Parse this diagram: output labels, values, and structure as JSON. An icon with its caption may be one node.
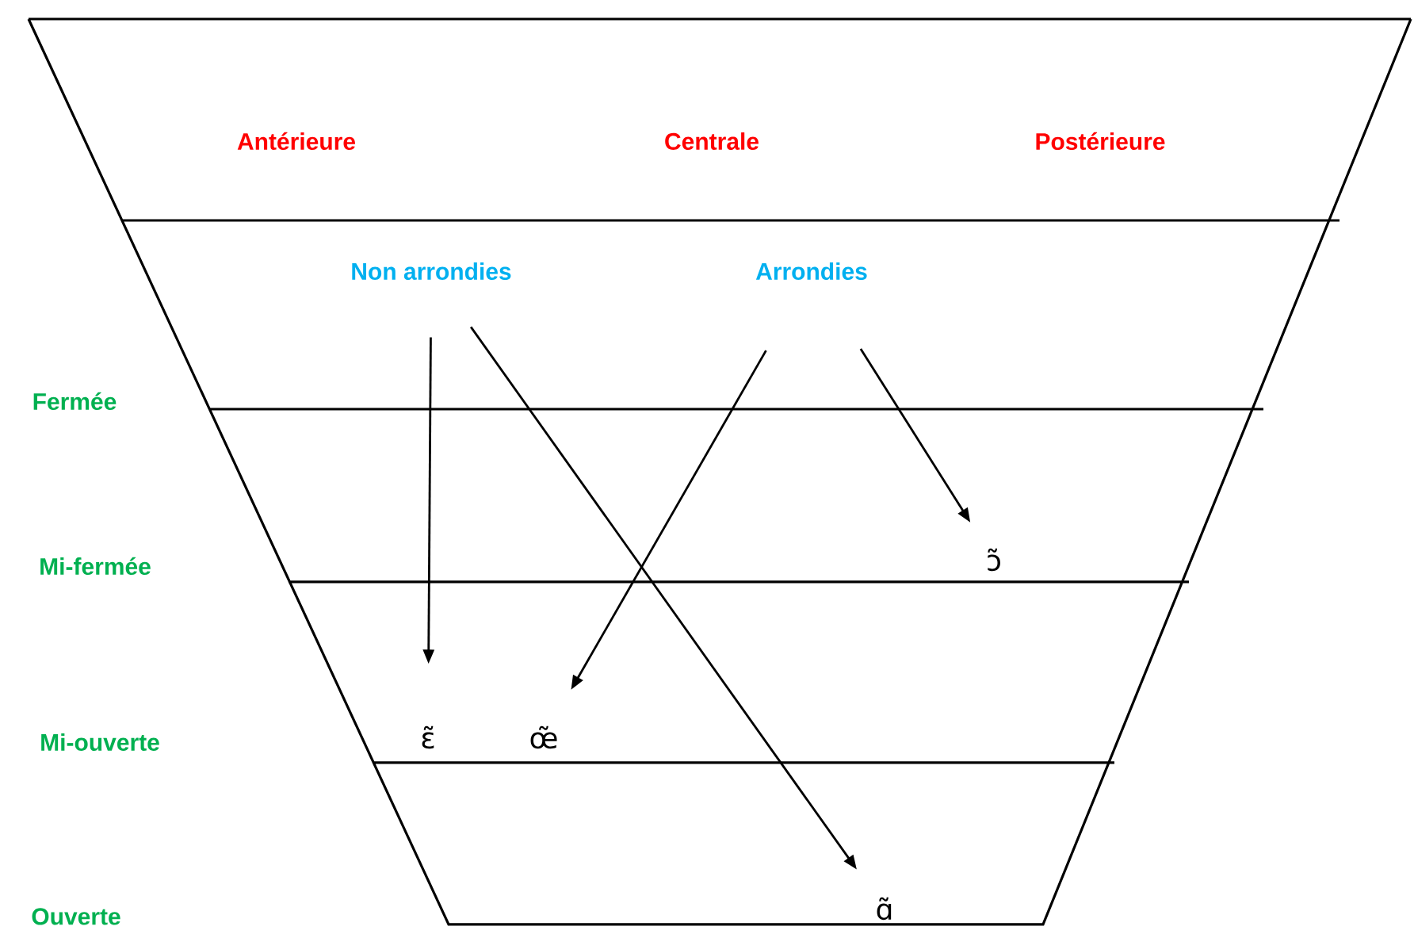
{
  "diagram": {
    "nodes": [
      {
        "text": [
          "Non arrondies"
        ]
      },
      {
        "text": [
          "Arrondies"
        ]
      },
      {
        "text": [
          "ɛ̃"
        ]
      },
      {
        "text": [
          "œ̃"
        ]
      },
      {
        "text": [
          "ɔ̃"
        ]
      },
      {
        "text": [
          "ɑ̃"
        ]
      }
    ],
    "edges": [
      {
        "from": 0,
        "to": 2,
        "arrow": "to"
      },
      {
        "from": 0,
        "to": 5,
        "arrow": "to"
      },
      {
        "from": 1,
        "to": 3,
        "arrow": "to"
      },
      {
        "from": 1,
        "to": 4,
        "arrow": "to"
      }
    ],
    "labels": [
      "Antérieure",
      "Centrale",
      "Postérieure",
      "Fermée",
      "Mi-fermée",
      "Mi-ouverte",
      "Ouverte"
    ]
  }
}
